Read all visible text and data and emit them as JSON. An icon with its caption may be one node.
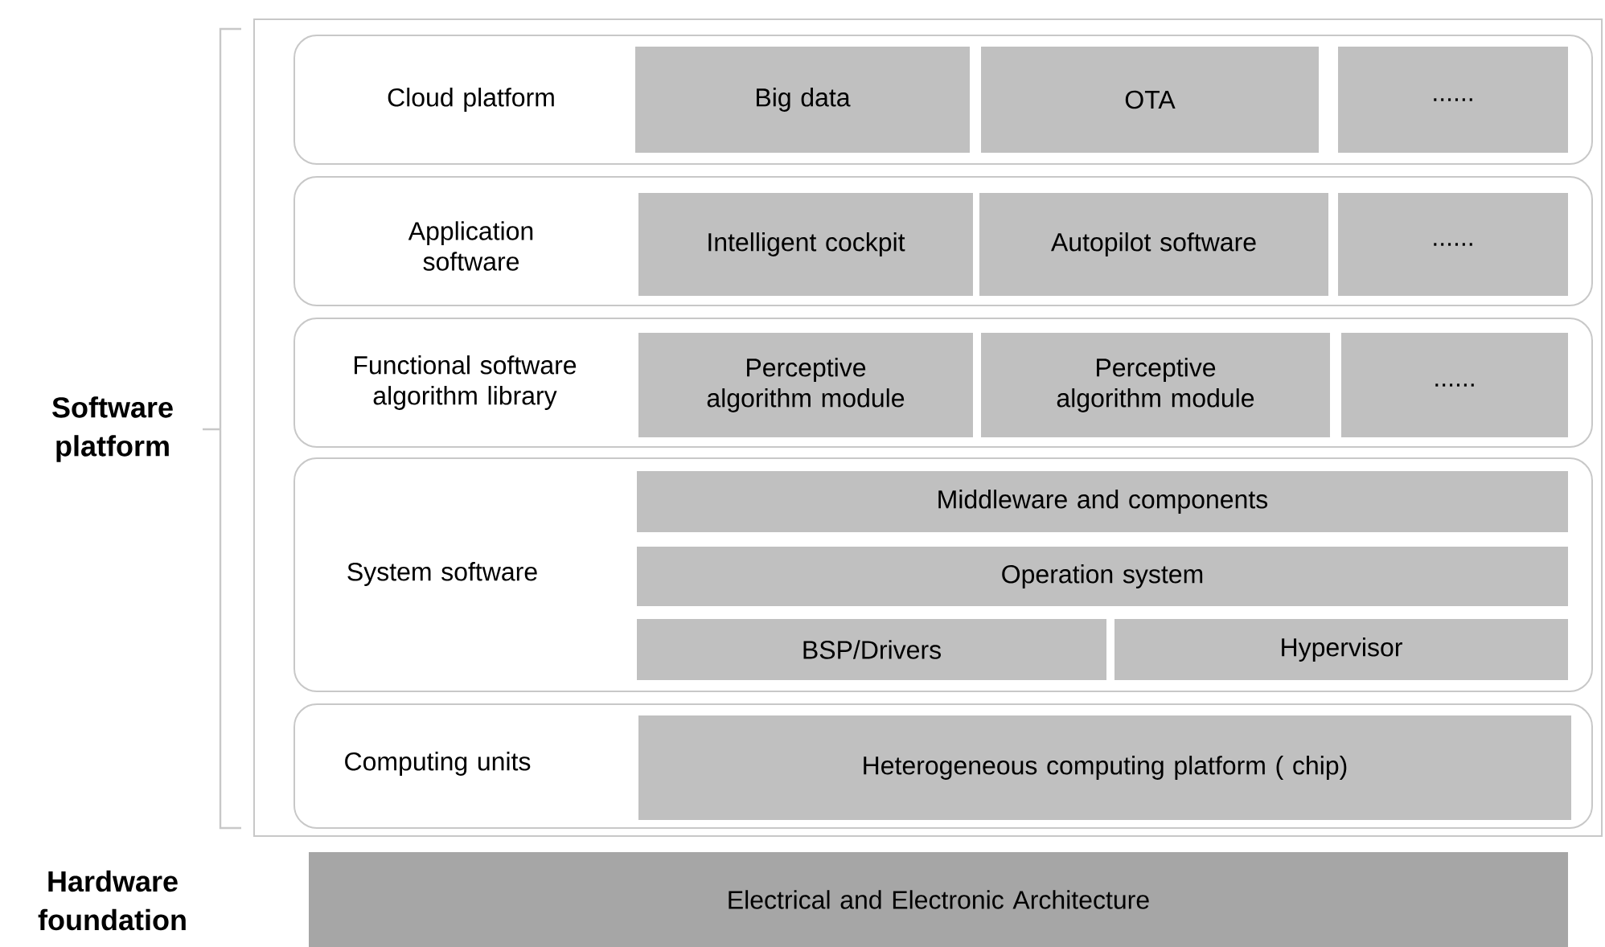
{
  "diagram": {
    "nodes": [
      {
        "text": [],
        "shape": "box"
      },
      {
        "text": [
          "Cloud platform"
        ],
        "in": 0
      },
      {
        "text": [
          "Big data"
        ],
        "in": 1
      },
      {
        "text": [
          "OTA"
        ],
        "in": 1
      },
      {
        "text": [
          "......"
        ],
        "in": 1
      },
      {
        "text": [
          "Application software"
        ],
        "in": 0
      },
      {
        "text": [
          "Intelligent cockpit"
        ],
        "in": 5
      },
      {
        "text": [
          "Autopilot software"
        ],
        "in": 5
      },
      {
        "text": [
          "......"
        ],
        "in": 5
      },
      {
        "text": [
          "Functional software algorithm library"
        ],
        "in": 0
      },
      {
        "text": [
          "Perceptive algorithm module"
        ],
        "in": 9
      },
      {
        "text": [
          "Perceptive algorithm module"
        ],
        "in": 9
      },
      {
        "text": [
          "......"
        ],
        "in": 9
      },
      {
        "text": [
          "System software"
        ],
        "in": 0
      },
      {
        "text": [
          "Middleware and components"
        ],
        "in": 13
      },
      {
        "text": [
          "Operation system"
        ],
        "in": 13
      },
      {
        "text": [
          "BSP/Drivers"
        ],
        "in": 13
      },
      {
        "text": [
          "Hypervisor"
        ],
        "in": 13
      },
      {
        "text": [
          "Computing units"
        ],
        "in": 0
      },
      {
        "text": [
          "Heterogeneous computing platform ( chip)"
        ],
        "in": 18
      },
      {
        "text": [
          "Electrical and Electronic Architecture"
        ]
      }
    ],
    "labels": [
      "Software platform",
      "Hardware foundation"
    ]
  }
}
